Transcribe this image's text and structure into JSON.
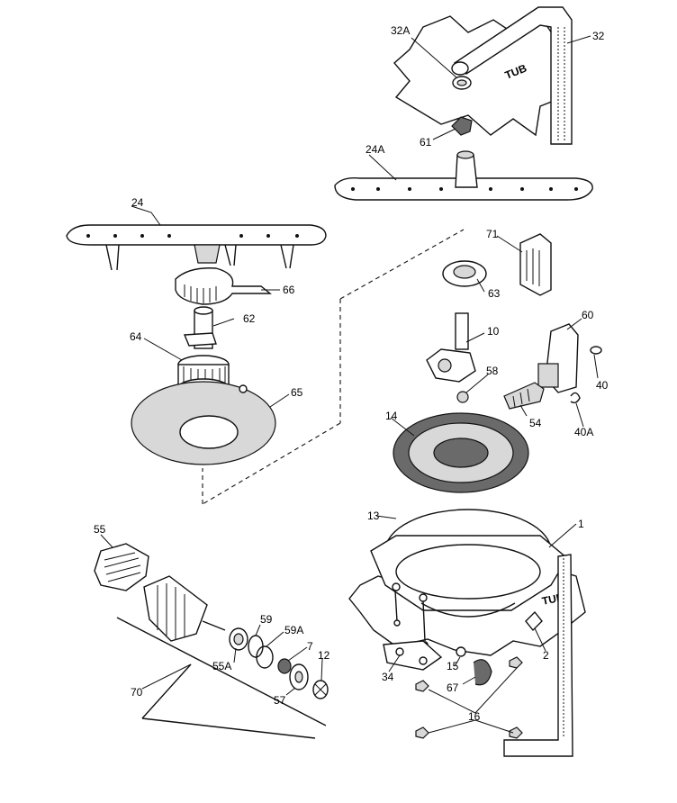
{
  "diagram": {
    "tub_labels": [
      "TUB",
      "TUB"
    ],
    "part_labels": {
      "p1": "1",
      "p2": "2",
      "p10": "10",
      "p12": "12",
      "p13": "13",
      "p14": "14",
      "p15": "15",
      "p16": "16",
      "p24": "24",
      "p24A": "24A",
      "p32": "32",
      "p32A": "32A",
      "p34": "34",
      "p40": "40",
      "p40A": "40A",
      "p54": "54",
      "p55": "55",
      "p55A": "55A",
      "p57": "57",
      "p58": "58",
      "p59": "59",
      "p59A": "59A",
      "p60": "60",
      "p61": "61",
      "p62": "62",
      "p63": "63",
      "p64": "64",
      "p65": "65",
      "p66": "66",
      "p67": "67",
      "p7": "7",
      "p70": "70",
      "p71": "71"
    }
  }
}
